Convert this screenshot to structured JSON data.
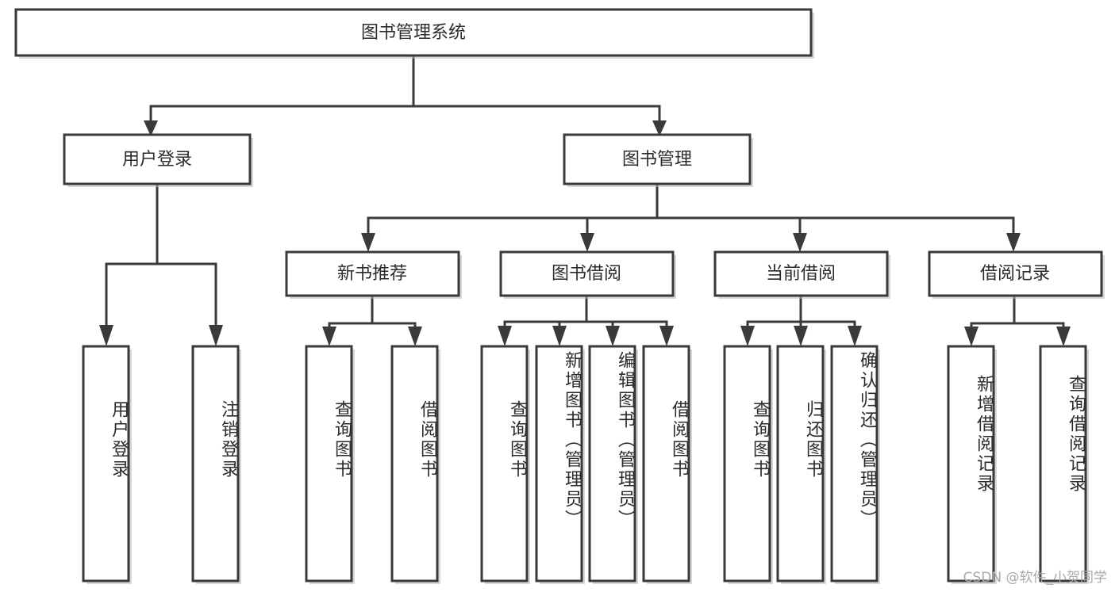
{
  "diagram": {
    "title": "图书管理系统",
    "type": "tree-hierarchy-chart",
    "watermark": "CSDN @软件_小贺同学",
    "colors": {
      "box_stroke": "#3a3a3a",
      "box_fill": "#ffffff",
      "text": "#2b2b2b",
      "background": "#ffffff",
      "watermark": "#a9a9a9"
    },
    "root": {
      "label": "图书管理系统"
    },
    "level2": [
      {
        "label": "用户登录"
      },
      {
        "label": "图书管理"
      }
    ],
    "level3": [
      {
        "label": "新书推荐"
      },
      {
        "label": "图书借阅"
      },
      {
        "label": "当前借阅"
      },
      {
        "label": "借阅记录"
      }
    ],
    "leaves": {
      "user_login": [
        {
          "label": "用户登录"
        },
        {
          "label": "注销登录"
        }
      ],
      "new_book_recommend": [
        {
          "label": "查询图书"
        },
        {
          "label": "借阅图书"
        }
      ],
      "book_borrow": [
        {
          "label": "查询图书"
        },
        {
          "label": "新增图书（管理员）"
        },
        {
          "label": "编辑图书（管理员）"
        },
        {
          "label": "借阅图书"
        }
      ],
      "current_borrow": [
        {
          "label": "查询图书"
        },
        {
          "label": "归还图书"
        },
        {
          "label": "确认归还（管理员）"
        }
      ],
      "borrow_record": [
        {
          "label": "新增借阅记录"
        },
        {
          "label": "查询借阅记录"
        }
      ]
    }
  }
}
